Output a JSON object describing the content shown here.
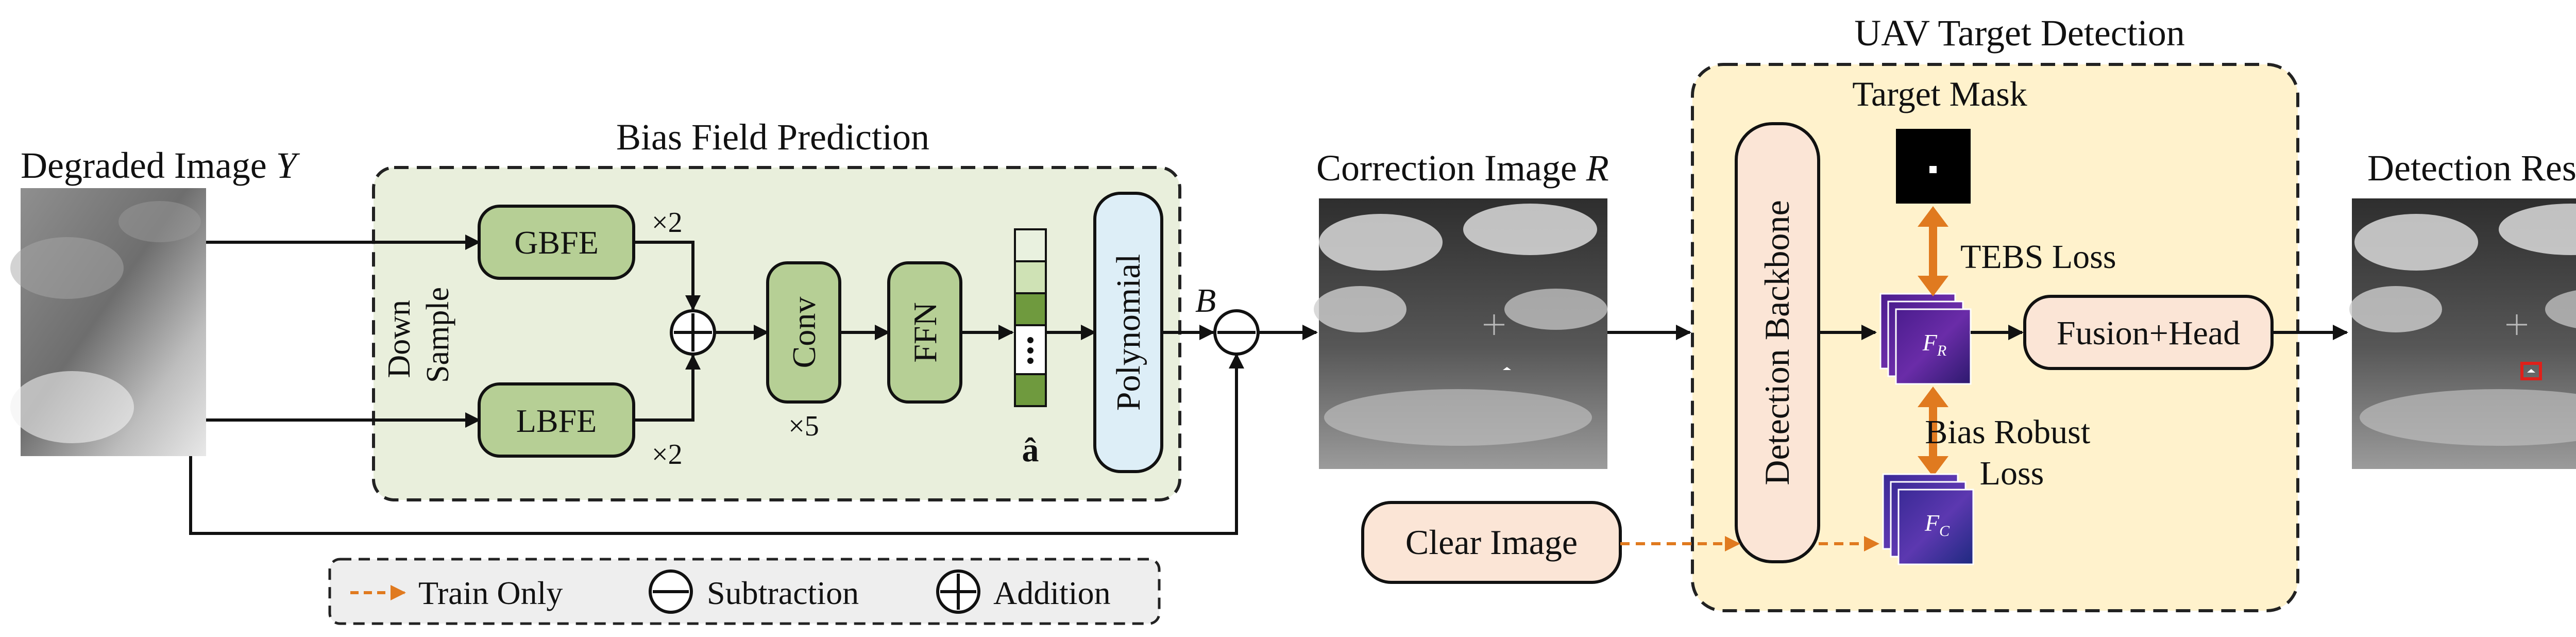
{
  "labels": {
    "degraded_image": "Degraded Image",
    "degraded_symbol": "Y",
    "bias_field_prediction": "Bias Field Prediction",
    "down_sample_line1": "Down",
    "down_sample_line2": "Sample",
    "gbfe": "GBFE",
    "lbfe": "LBFE",
    "times2_top": "×2",
    "times2_bottom": "×2",
    "conv": "Conv",
    "times5": "×5",
    "ffn": "FFN",
    "a_hat": "â",
    "polynomial": "Polynomial",
    "bias_symbol": "B",
    "correction_image": "Correction Image",
    "correction_symbol": "R",
    "uav_target_detection": "UAV Target Detection",
    "target_mask": "Target Mask",
    "detection_backbone": "Detection Backbone",
    "tebs_loss": "TEBS Loss",
    "bias_robust_line1": "Bias Robust",
    "bias_robust_line2": "Loss",
    "feature_r_base": "F",
    "feature_r_sub": "R",
    "feature_c_base": "F",
    "feature_c_sub": "C",
    "fusion_head": "Fusion+Head",
    "detection_result": "Detection Result",
    "clear_image": "Clear Image"
  },
  "legend": {
    "train_only": "Train Only",
    "subtraction": "Subtraction",
    "addition": "Addition"
  },
  "colors": {
    "green_panel": "#e9efdc",
    "green_block": "#b6cf95",
    "yellow_panel": "#fff2cc",
    "pink_block": "#fbe5d6",
    "blue_block": "#ddeef7",
    "arrow_train": "#e07a1f",
    "legend_bg": "#eeeeee"
  },
  "vector_cells": [
    "#e9f1df",
    "#cfe2b5",
    "#6f9a3e",
    "#ffffff",
    "#6f9a3e"
  ]
}
